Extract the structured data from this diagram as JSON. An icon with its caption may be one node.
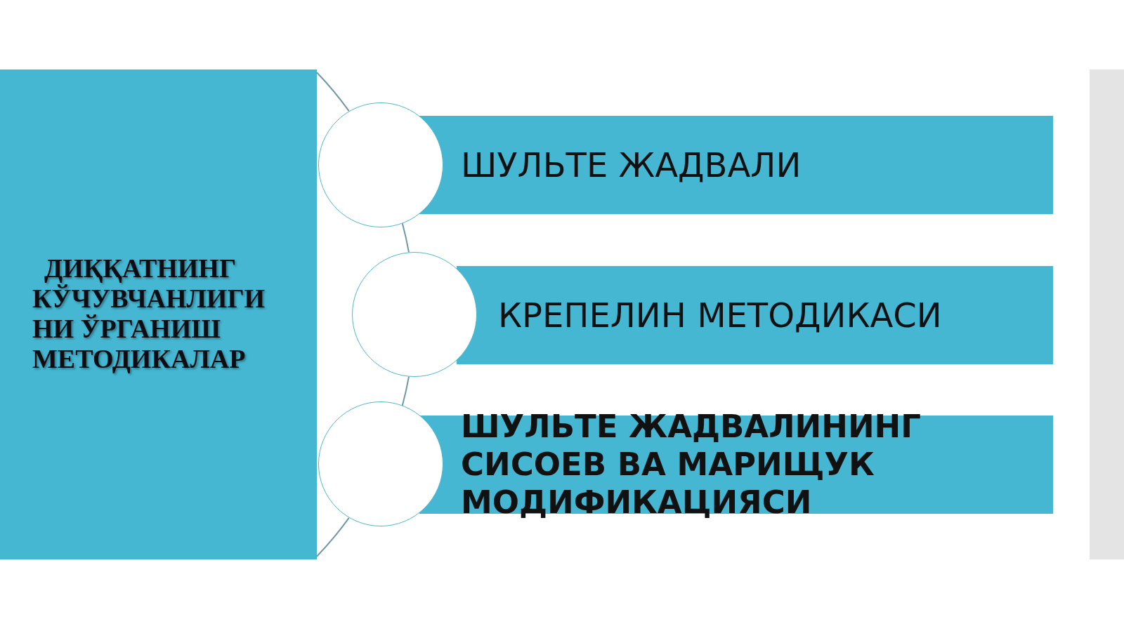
{
  "diagram": {
    "nodes": [
      {
        "text": [
          "ДИҚҚАТНИНГ КЎЧУВЧАНЛИГИ НИ ЎРГАНИШ МЕТОДИКАЛАР"
        ]
      },
      {
        "text": [
          "ШУЛЬТЕ ЖАДВАЛИ"
        ]
      },
      {
        "text": [
          "КРЕПЕЛИН МЕТОДИКАСИ"
        ]
      },
      {
        "text": [
          "ШУЛЬТЕ ЖАДВАЛИНИНГ СИСОЕВ ВА МАРИЩУК МОДИФИКАЦИЯСИ"
        ]
      },
      {
        "text": [],
        "shape": "circle"
      },
      {
        "text": [],
        "shape": "circle"
      },
      {
        "text": [],
        "shape": "circle"
      }
    ],
    "edges": [
      {
        "from": 0,
        "to": 4,
        "arrow": "none"
      },
      {
        "from": 4,
        "to": 5,
        "arrow": "none"
      },
      {
        "from": 5,
        "to": 6,
        "arrow": "none"
      },
      {
        "from": 6,
        "to": 0,
        "arrow": "none"
      }
    ]
  }
}
